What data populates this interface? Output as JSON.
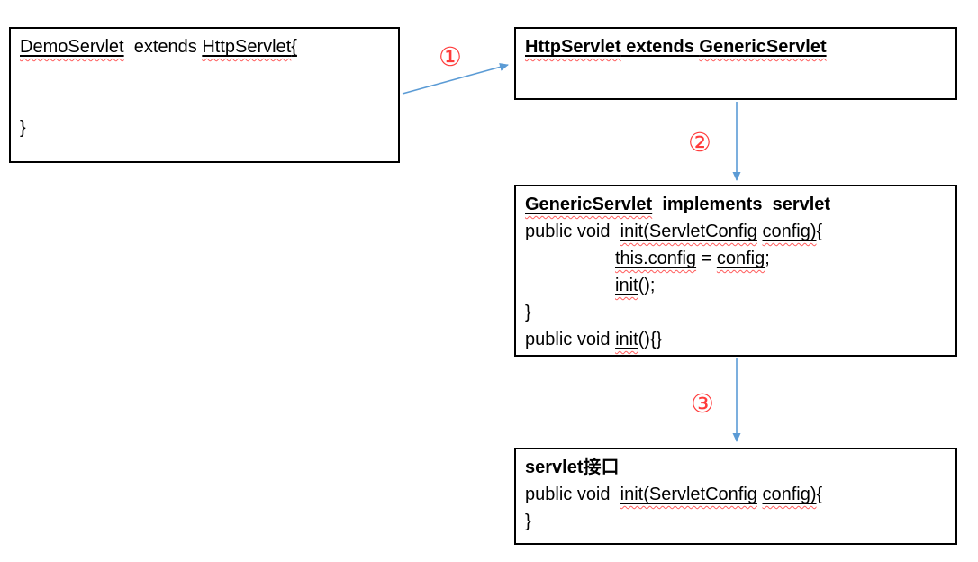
{
  "boxes": {
    "demo_servlet": {
      "title": "DemoServlet extends HttpServlet",
      "lines": [
        {
          "segments": [
            {
              "t": "DemoServlet",
              "u": true,
              "w": true
            },
            {
              "t": "  extends "
            },
            {
              "t": "HttpServlet",
              "u": true,
              "w": true
            },
            {
              "t": "{",
              "u": true
            }
          ]
        },
        {
          "segments": []
        },
        {
          "segments": []
        },
        {
          "segments": [
            {
              "t": "}"
            }
          ]
        }
      ]
    },
    "http_servlet": {
      "title": "HttpServlet extends GenericServlet",
      "lines": [
        {
          "segments": [
            {
              "t": "HttpServlet",
              "b": true,
              "u": true,
              "w": true
            },
            {
              "t": " extends ",
              "b": true,
              "u": true
            },
            {
              "t": "GenericServlet",
              "b": true,
              "u": true,
              "w": true
            }
          ]
        }
      ]
    },
    "generic_servlet": {
      "title": "GenericServlet implements servlet",
      "lines": [
        {
          "segments": [
            {
              "t": "GenericServlet",
              "b": true,
              "u": true,
              "w": true
            },
            {
              "t": "  implements  servlet",
              "b": true
            }
          ]
        },
        {
          "segments": [
            {
              "t": "public void  "
            },
            {
              "t": "init(ServletConfig",
              "u": true,
              "w": true
            },
            {
              "t": " "
            },
            {
              "t": "config)",
              "u": true,
              "w": true
            },
            {
              "t": "{"
            }
          ]
        },
        {
          "indent": true,
          "segments": [
            {
              "t": "this.config",
              "u": true,
              "w": true
            },
            {
              "t": " = "
            },
            {
              "t": "config",
              "u": true,
              "w": true
            },
            {
              "t": ";"
            }
          ]
        },
        {
          "indent": true,
          "segments": [
            {
              "t": "init",
              "u": true,
              "w": true
            },
            {
              "t": "();"
            }
          ]
        },
        {
          "segments": [
            {
              "t": "}"
            }
          ]
        },
        {
          "segments": [
            {
              "t": "public void "
            },
            {
              "t": "init",
              "u": true,
              "w": true
            },
            {
              "t": "(){}"
            }
          ]
        }
      ]
    },
    "servlet_interface": {
      "title": "servlet接口",
      "lines": [
        {
          "segments": [
            {
              "t": "servlet接口",
              "b": true
            }
          ]
        },
        {
          "segments": [
            {
              "t": "public void  "
            },
            {
              "t": "init(ServletConfig",
              "u": true,
              "w": true
            },
            {
              "t": " "
            },
            {
              "t": "config)",
              "u": true,
              "w": true
            },
            {
              "t": "{"
            }
          ]
        },
        {
          "segments": [
            {
              "t": "}"
            }
          ]
        }
      ]
    }
  },
  "steps": [
    {
      "label": "①"
    },
    {
      "label": "②"
    },
    {
      "label": "③"
    }
  ],
  "colors": {
    "arrow": "#5B9BD5",
    "step": "#ff3b3b",
    "wavy": "#ff5c5c"
  }
}
